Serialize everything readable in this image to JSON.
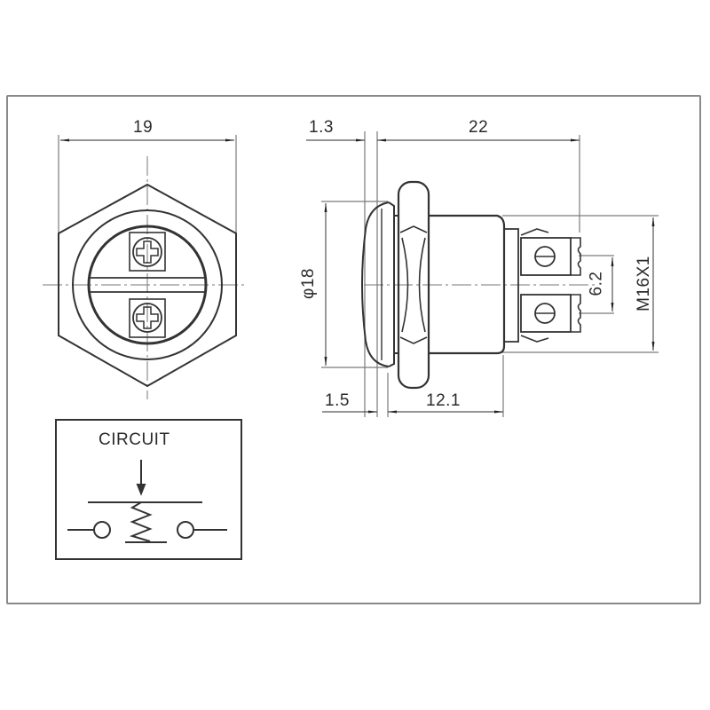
{
  "drawing": {
    "type": "mechanical-drawing",
    "subject": "metal push button switch, screw terminals",
    "colors": {
      "line": "#333333",
      "dim_line": "#7a7a7a",
      "frame": "#8a8a8a",
      "background": "#ffffff"
    }
  },
  "front_view": {
    "width_dimension": "19"
  },
  "side_view": {
    "dimensions": {
      "bezel_thickness": "1.3",
      "overall_length": "22",
      "cap_diameter": "φ18",
      "thread_spec": "M16X1",
      "terminal_pitch": "6.2",
      "cap_height": "1.5",
      "body_length": "12.1"
    }
  },
  "circuit": {
    "title": "CIRCUIT",
    "symbol": "normally-open momentary push switch with spring return"
  }
}
